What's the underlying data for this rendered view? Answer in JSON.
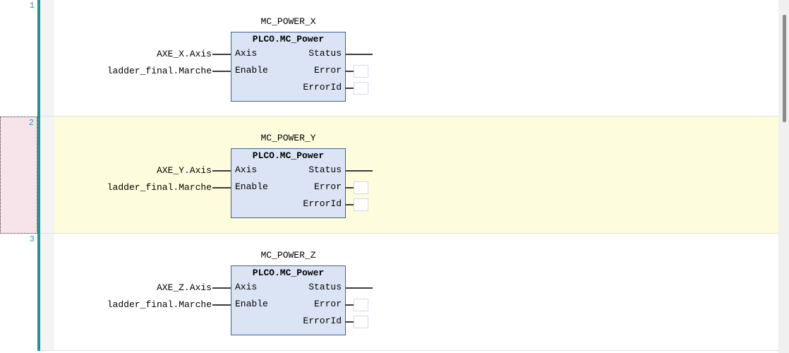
{
  "colors": {
    "accent-teal": "#1B9595",
    "number-color": "#2AA0B0",
    "selected-bg": "#FDFCDC",
    "selected-gutter-bg": "#F7E3EA",
    "block-fill": "#DBE4F4",
    "block-border": "#44628E",
    "dot-blue": "#0000CD"
  },
  "networks": [
    {
      "number": "1",
      "selected": false,
      "instance_name": "MC_POWER_X",
      "block_type": "PLCO.MC_Power",
      "inputs": [
        {
          "pin": "Axis",
          "operand": "AXE_X.Axis"
        },
        {
          "pin": "Enable",
          "operand": "ladder_final.Marche"
        }
      ],
      "outputs": [
        {
          "pin": "Status"
        },
        {
          "pin": "Error"
        },
        {
          "pin": "ErrorId"
        }
      ]
    },
    {
      "number": "2",
      "selected": true,
      "instance_name": "MC_POWER_Y",
      "block_type": "PLCO.MC_Power",
      "inputs": [
        {
          "pin": "Axis",
          "operand": "AXE_Y.Axis"
        },
        {
          "pin": "Enable",
          "operand": "ladder_final.Marche"
        }
      ],
      "outputs": [
        {
          "pin": "Status"
        },
        {
          "pin": "Error"
        },
        {
          "pin": "ErrorId"
        }
      ]
    },
    {
      "number": "3",
      "selected": false,
      "instance_name": "MC_POWER_Z",
      "block_type": "PLCO.MC_Power",
      "inputs": [
        {
          "pin": "Axis",
          "operand": "AXE_Z.Axis"
        },
        {
          "pin": "Enable",
          "operand": "ladder_final.Marche"
        }
      ],
      "outputs": [
        {
          "pin": "Status"
        },
        {
          "pin": "Error"
        },
        {
          "pin": "ErrorId"
        }
      ]
    }
  ]
}
